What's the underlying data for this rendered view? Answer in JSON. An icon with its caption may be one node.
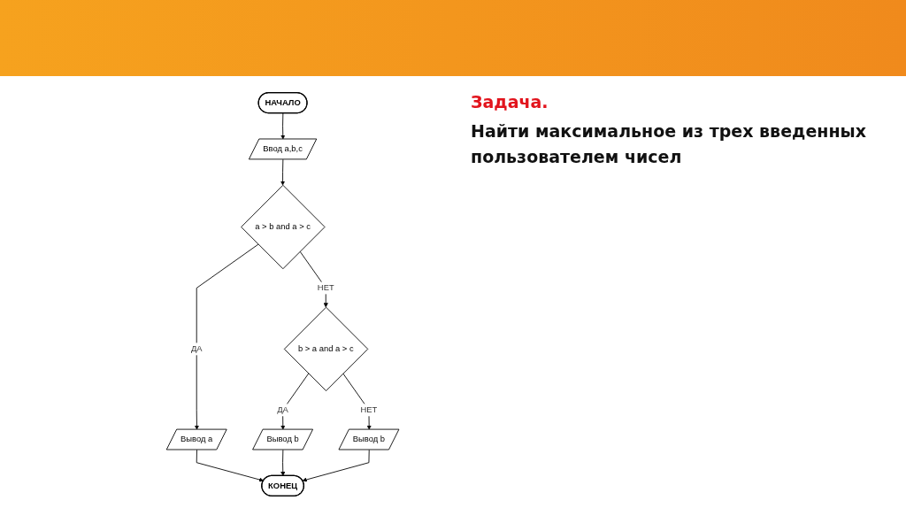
{
  "diagram": {
    "title": "Задача.",
    "nodes": [
      {
        "text": [
          "НАЧАЛО"
        ]
      },
      {
        "text": [
          "Ввод a,b,c"
        ]
      },
      {
        "text": [
          "a > b and a > c"
        ]
      },
      {
        "text": [
          "Вывод a"
        ]
      },
      {
        "text": [
          "b > a and a > c"
        ]
      },
      {
        "text": [
          "Вывод b"
        ]
      },
      {
        "text": [
          "Вывод b"
        ]
      },
      {
        "text": [
          "КОНЕЦ"
        ]
      }
    ],
    "edges": [
      {
        "from": 0,
        "to": 1,
        "arrow": "to"
      },
      {
        "from": 1,
        "to": 2,
        "arrow": "to"
      },
      {
        "from": 2,
        "to": 3,
        "label": "ДА",
        "arrow": "to"
      },
      {
        "from": 2,
        "to": 4,
        "label": "НЕТ",
        "arrow": "to"
      },
      {
        "from": 4,
        "to": 5,
        "label": "ДА",
        "arrow": "to"
      },
      {
        "from": 4,
        "to": 6,
        "label": "НЕТ",
        "arrow": "to"
      },
      {
        "from": 3,
        "to": 7,
        "arrow": "to"
      },
      {
        "from": 5,
        "to": 7,
        "arrow": "to"
      },
      {
        "from": 6,
        "to": 7,
        "arrow": "to"
      }
    ],
    "labels": [
      "Найти максимальное из трех введенных пользователем чисел"
    ]
  }
}
